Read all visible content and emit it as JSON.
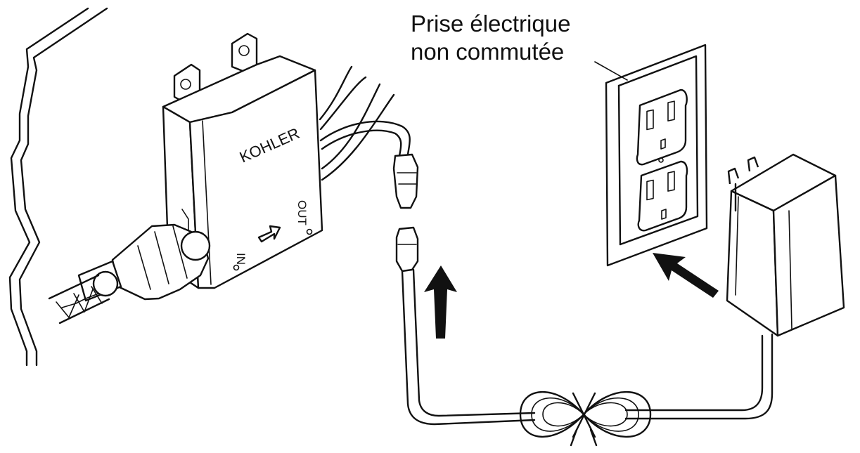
{
  "callout": {
    "line1": "Prise électrique",
    "line2": "non commutée"
  },
  "control_box": {
    "brand": "KOHLER",
    "port_in": "IN",
    "port_out": "OUT"
  },
  "colors": {
    "ink": "#111111",
    "background": "#ffffff"
  },
  "icons": {
    "arrow_up": "arrow-up-icon",
    "arrow_to_outlet": "arrow-diagonal-icon"
  }
}
